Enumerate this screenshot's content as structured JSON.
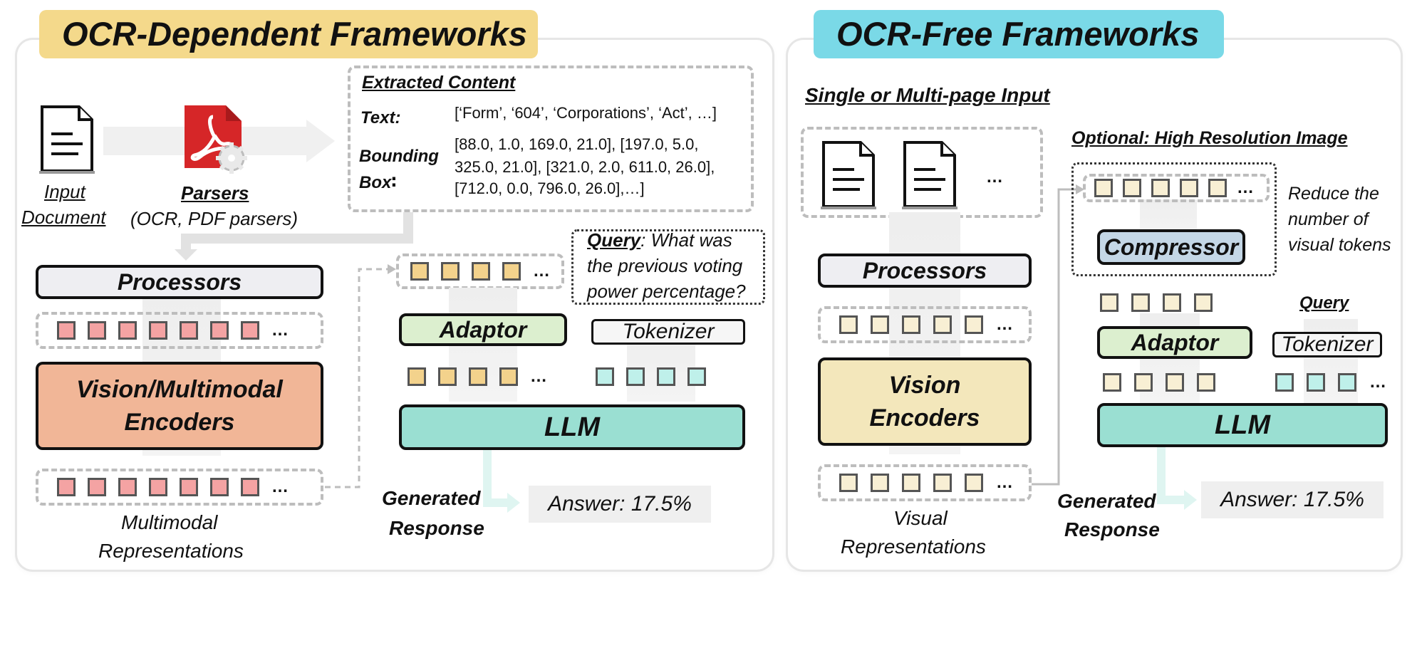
{
  "colors": {
    "ocr_dep_title_bg": "#f4d98b",
    "ocr_free_title_bg": "#7ad9e7",
    "token_pink": "#f4a3a3",
    "token_yellow": "#f3d28c",
    "token_cyan": "#bff0ea",
    "token_cream": "#f8efd4",
    "encoder_orange": "#f1b697",
    "encoder_cream": "#f3e7bb",
    "adaptor_green": "#dcefcf",
    "llm_teal": "#9adfd2",
    "compressor_blue": "#c4d7e6",
    "processor_gray": "#eeeef2",
    "answer_bg": "#efefef",
    "pdf_red": "#d62628"
  },
  "left": {
    "title": "OCR-Dependent Frameworks",
    "input_label_1": "Input",
    "input_label_2": "Document",
    "parsers_label": "Parsers",
    "parsers_sub": "(OCR, PDF parsers)",
    "extracted": {
      "heading": "Extracted Content",
      "text_label": "Text:",
      "text_value": "[‘Form’, ‘604’, ‘Corporations’, ‘Act’, …]",
      "bbox_label_1": "Bounding",
      "bbox_label_2": "Box∶",
      "bbox_line_1": "[88.0, 1.0, 169.0, 21.0], [197.0, 5.0,",
      "bbox_line_2": "325.0, 21.0], [321.0, 2.0, 611.0, 26.0],",
      "bbox_line_3": "[712.0, 0.0, 796.0, 26.0],…]"
    },
    "query": {
      "label": "Query",
      "line_1_rest": ": What was",
      "line_2": "the previous voting",
      "line_3": "power percentage?"
    },
    "processors": "Processors",
    "encoder_line_1": "Vision/Multimodal",
    "encoder_line_2": "Encoders",
    "multimodal_rep_1": "Multimodal",
    "multimodal_rep_2": "Representations",
    "adaptor": "Adaptor",
    "tokenizer": "Tokenizer",
    "llm": "LLM",
    "generated_1": "Generated",
    "generated_2": "Response",
    "answer": "Answer: 17.5%",
    "ellipsis": "…"
  },
  "right": {
    "title": "OCR-Free Frameworks",
    "input_heading": "Single or Multi-page Input",
    "optional_heading": "Optional: High Resolution Image",
    "reduce_1": "Reduce the",
    "reduce_2": "number of",
    "reduce_3": "visual tokens",
    "compressor": "Compressor",
    "processors": "Processors",
    "encoder_line_1": "Vision",
    "encoder_line_2": "Encoders",
    "visual_rep_1": "Visual",
    "visual_rep_2": "Representations",
    "query": "Query",
    "adaptor": "Adaptor",
    "tokenizer": "Tokenizer",
    "llm": "LLM",
    "generated_1": "Generated",
    "generated_2": "Response",
    "answer": "Answer: 17.5%",
    "ellipsis": "…"
  }
}
